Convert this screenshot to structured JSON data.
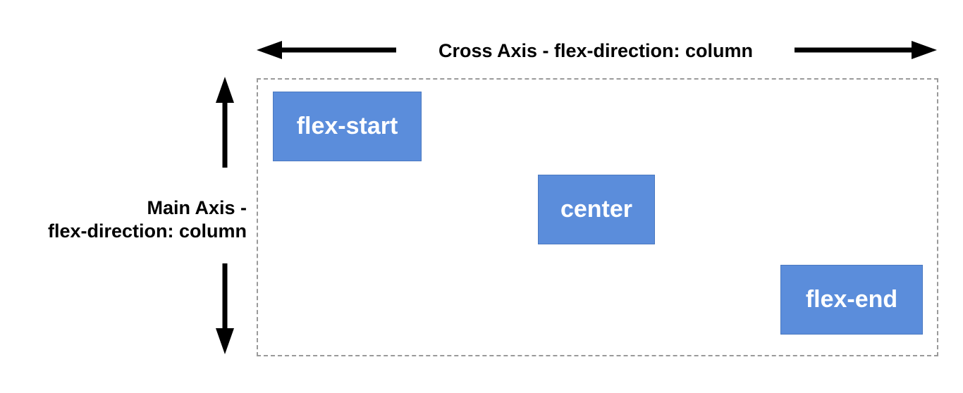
{
  "cross_axis": {
    "label": "Cross Axis - flex-direction: column"
  },
  "main_axis": {
    "label_line1": "Main Axis -",
    "label_line2": "flex-direction: column"
  },
  "items": {
    "start": "flex-start",
    "center": "center",
    "end": "flex-end"
  },
  "colors": {
    "item_fill": "#5b8ddb",
    "item_text": "#ffffff",
    "container_border": "#9a9a9a",
    "arrow": "#000000"
  }
}
